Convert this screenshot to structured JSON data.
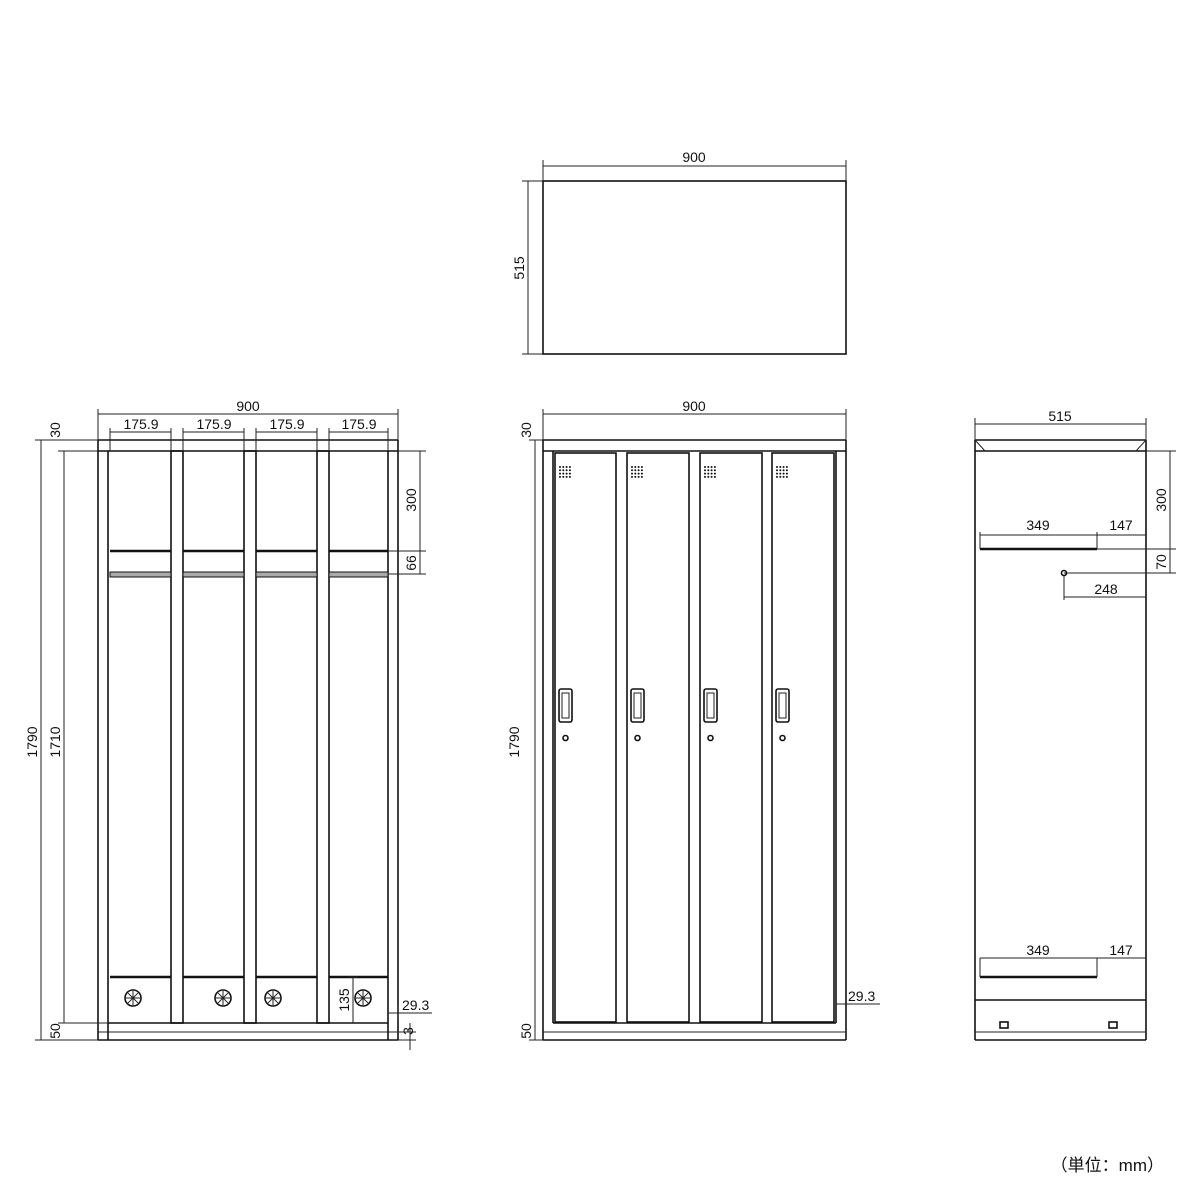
{
  "top_view": {
    "width": "900",
    "depth": "515"
  },
  "interior_view": {
    "width": "900",
    "compartment_widths": [
      "175.9",
      "175.9",
      "175.9",
      "175.9"
    ],
    "top_thickness": "30",
    "total_height": "1790",
    "inner_height": "1710",
    "shelf_height": "300",
    "shelf_gap": "66",
    "bottom_height": "50",
    "floor_grille": "135",
    "recess": "29.3",
    "gap": "3"
  },
  "front_view": {
    "width": "900",
    "top_thickness": "30",
    "total_height": "1790",
    "bottom_height": "50",
    "recess": "29.3"
  },
  "side_view": {
    "depth": "515",
    "shelf_height": "300",
    "shelf_depth_top": "349",
    "shelf_offset_top": "147",
    "hook_gap": "70",
    "hook_depth": "248",
    "shelf_depth_bottom": "349",
    "shelf_offset_bottom": "147"
  },
  "unit_label": "（単位：mm）"
}
